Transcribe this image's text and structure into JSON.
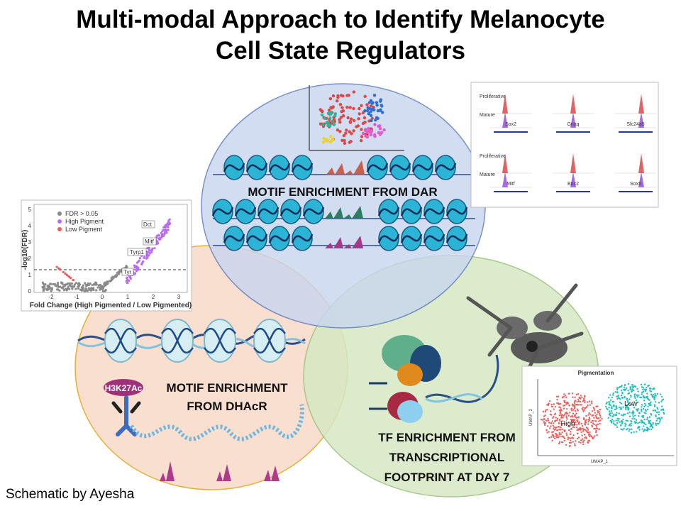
{
  "title": {
    "line1": "Multi-modal Approach to Identify Melanocyte",
    "line2": "Cell State Regulators"
  },
  "circles": {
    "top": {
      "label": "MOTIF ENRICHMENT FROM DAR",
      "color": "#c9d6ee"
    },
    "left": {
      "label_line1": "MOTIF ENRICHMENT",
      "label_line2": "FROM DHAcR",
      "color": "#f9dccb"
    },
    "right": {
      "label_line1": "TF ENRICHMENT FROM",
      "label_line2": "TRANSCRIPTIONAL",
      "label_line3": "FOOTPRINT AT DAY 7",
      "color": "#d6e8c3"
    }
  },
  "histone_mark": "H3K27Ac",
  "volcano": {
    "ylabel": "-log10(FDR)",
    "xlabel": "Fold Change (High Pigmented / Low Pigmented)",
    "legend": [
      "FDR > 0.05",
      "High Pigment",
      "Low Pigment"
    ],
    "legend_colors": [
      "#8a8a8a",
      "#b86df0",
      "#e8605c"
    ],
    "genes": [
      "Dct",
      "Mitf",
      "Tyrp1",
      "Tyr"
    ],
    "yticks": [
      "5",
      "4",
      "3",
      "2",
      "1",
      "0"
    ],
    "xticks": [
      "-2",
      "-1",
      "0",
      "1",
      "2",
      "3"
    ]
  },
  "tracks": {
    "rows": [
      "Proliferative",
      "Mature"
    ],
    "genes_top": [
      "Sox2",
      "Gnaq",
      "Slc24a5"
    ],
    "genes_bottom": [
      "Mitf",
      "Bnc2",
      "Sox5"
    ]
  },
  "umap": {
    "title": "Pigmentation",
    "clusters": [
      "High",
      "Low"
    ],
    "xlabel": "UMAP_1",
    "ylabel": "UMAP_2"
  },
  "credit": "Schematic by Ayesha"
}
